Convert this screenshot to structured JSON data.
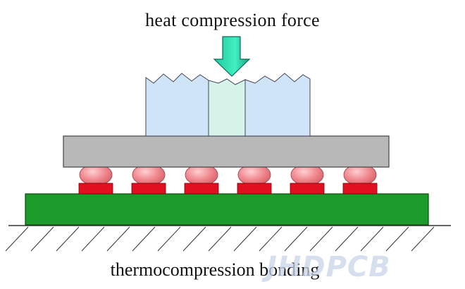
{
  "labels": {
    "top": "heat compression force",
    "bottom": "thermocompression bonding"
  },
  "watermark": {
    "text": "JHDPCB"
  },
  "colors": {
    "arrow_fill": "#2fe0b0",
    "arrow_stroke": "#0a6a5a",
    "block_fill": "#cfe5f7",
    "block_center_fill": "#d5f3e8",
    "chip_fill": "#b8b8b8",
    "bump_fill": "#f08a90",
    "pad_fill": "#e01020",
    "board_fill": "#1c9a2a",
    "hatch": "#333333"
  },
  "bump_count": 6,
  "icons": {
    "force": "down-arrow-icon"
  }
}
